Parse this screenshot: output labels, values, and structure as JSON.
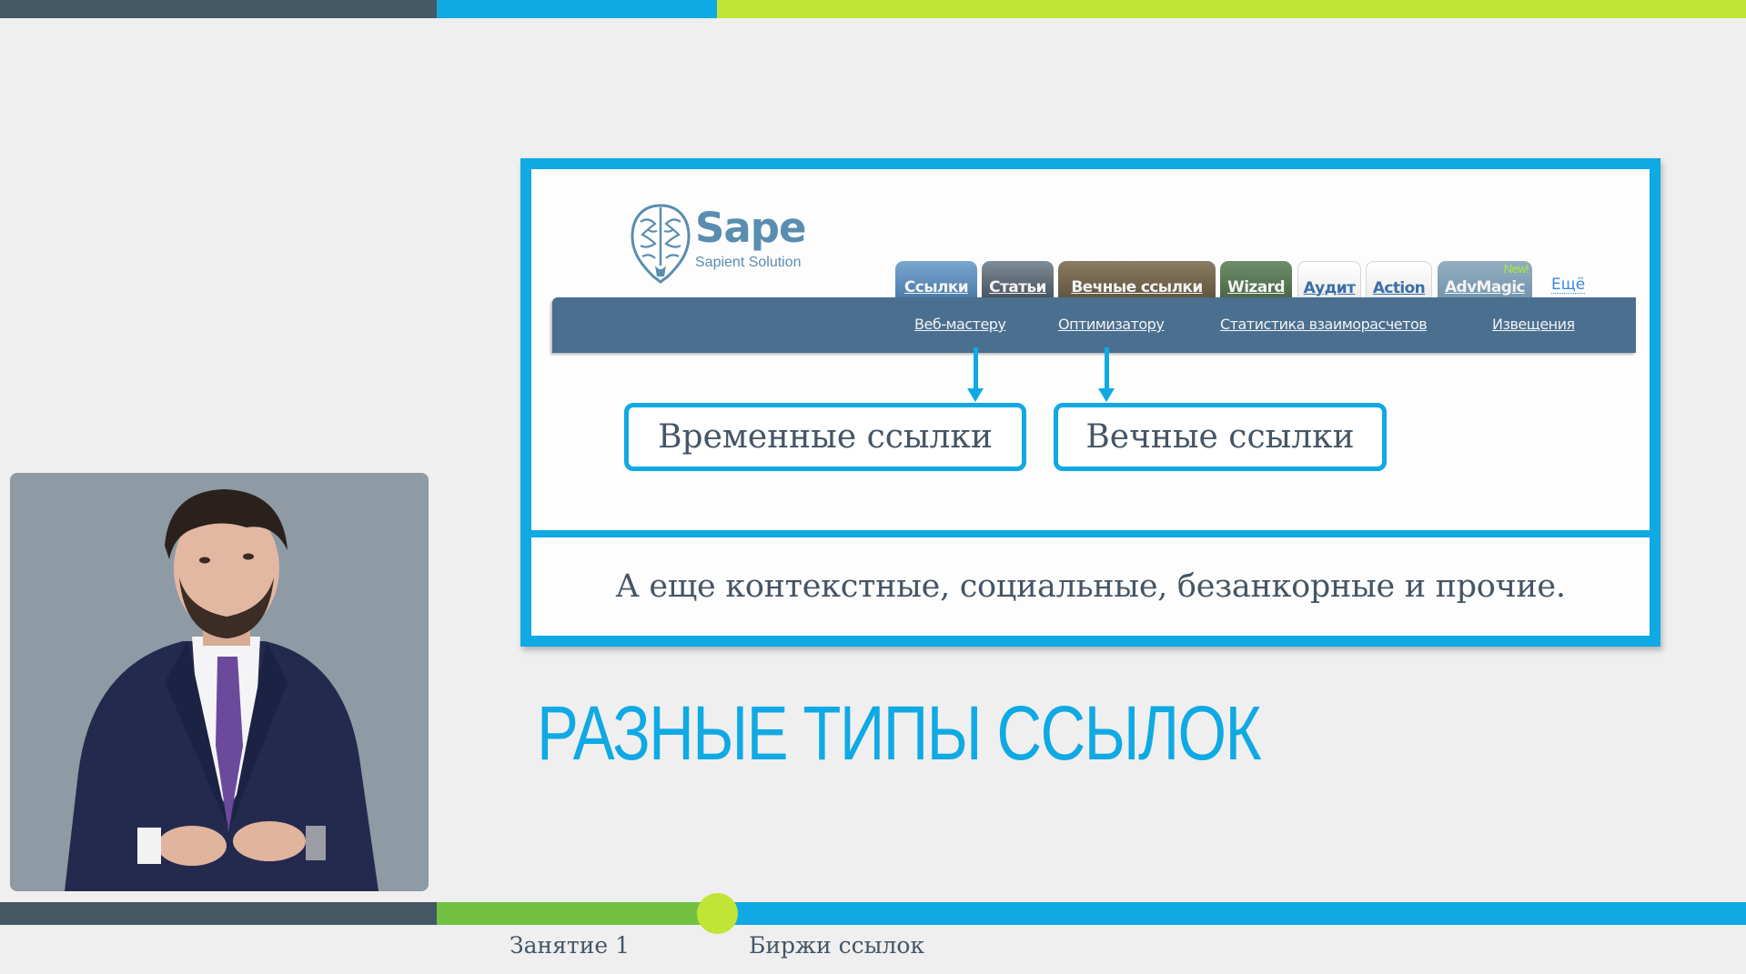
{
  "colors": {
    "accent_blue": "#0fa9e4",
    "dark_slate": "#455866",
    "lime": "#c1e536",
    "green": "#72c143",
    "text_dark": "#455565",
    "nav_blue": "#4a6f8f"
  },
  "slide": {
    "title": "РАЗНЫЕ ТИПЫ ССЫЛОК",
    "caption": "А еще контекстные, социальные, безанкорные и прочие."
  },
  "screenshot": {
    "logo": {
      "icon": "brain-icon",
      "name": "Sape",
      "tagline": "Sapient Solution"
    },
    "tabs": [
      {
        "label": "Ссылки",
        "style": "blue"
      },
      {
        "label": "Статьи",
        "style": "slate"
      },
      {
        "label": "Вечные ссылки",
        "style": "brown"
      },
      {
        "label": "Wizard",
        "style": "green"
      },
      {
        "label": "Аудит",
        "style": "light"
      },
      {
        "label": "Action",
        "style": "light"
      },
      {
        "label": "AdvMagic",
        "style": "grey-blue",
        "badge": "New!"
      }
    ],
    "more_link": "Ещё",
    "subnav": [
      {
        "label": "Веб-мастеру"
      },
      {
        "label": "Оптимизатору"
      },
      {
        "label": "Статистика взаиморасчетов"
      },
      {
        "label": "Извещения"
      }
    ],
    "callouts": [
      {
        "label": "Временные ссылки",
        "points_to": "Веб-мастеру"
      },
      {
        "label": "Вечные ссылки",
        "points_to": "Оптимизатору"
      }
    ]
  },
  "presenter_video": {
    "description": "presenter-in-navy-suit"
  },
  "footer": {
    "lesson": "Занятие 1",
    "topic": "Биржи ссылок"
  }
}
